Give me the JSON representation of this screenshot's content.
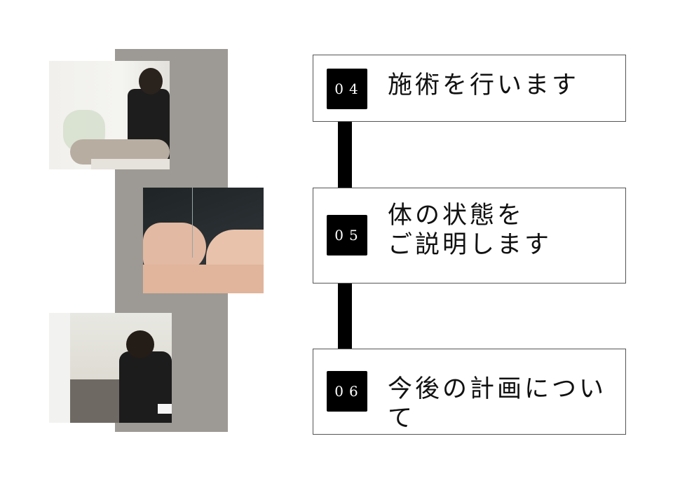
{
  "steps": [
    {
      "number": "04",
      "title": "施術を行います"
    },
    {
      "number": "05",
      "title_line1": "体の状態を",
      "title_line2": "ご説明します"
    },
    {
      "number": "06",
      "title": "今後の計画について"
    }
  ]
}
